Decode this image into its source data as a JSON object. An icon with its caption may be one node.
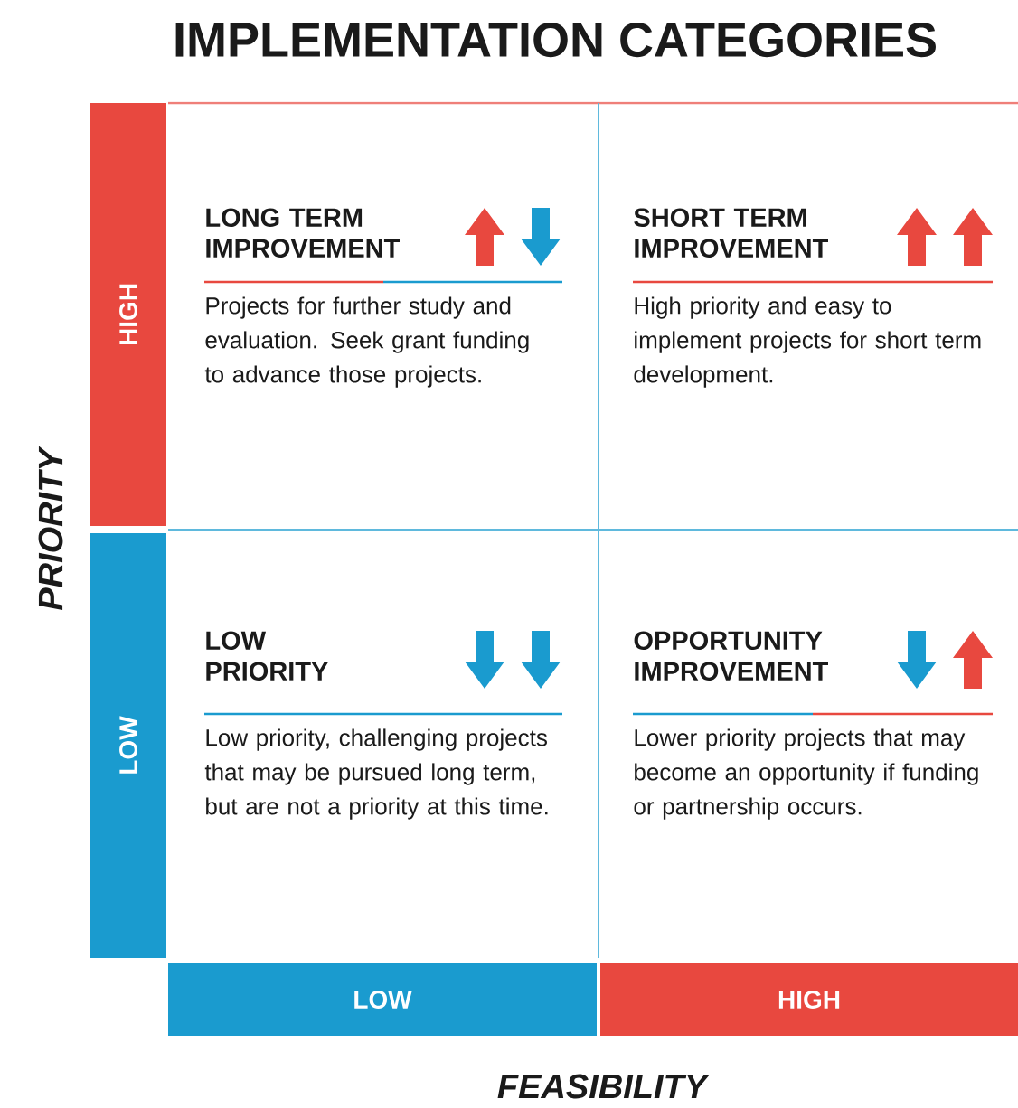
{
  "diagram": {
    "title": "IMPLEMENTATION CATEGORIES",
    "nodes": [
      {
        "text": [
          "HIGH"
        ]
      },
      {
        "text": [
          "LONG TERM IMPROVEMENT",
          "Projects for further study and evaluation. Seek grant funding to advance those projects."
        ]
      },
      {
        "text": [
          "SHORT TERM IMPROVEMENT",
          "High priority and easy to implement projects for short term development."
        ]
      },
      {
        "text": [
          "LOW"
        ]
      },
      {
        "text": [
          "LOW PRIORITY",
          "Low priority, challenging projects that may be pursued long term, but are not a priority at this time."
        ]
      },
      {
        "text": [
          "OPPORTUNITY IMPROVEMENT",
          "Lower priority projects that may become an opportunity if funding or partnership occurs."
        ]
      },
      {
        "text": [
          "LOW"
        ]
      },
      {
        "text": [
          "HIGH"
        ]
      }
    ],
    "labels": [
      "PRIORITY",
      "FEASIBILITY"
    ]
  }
}
